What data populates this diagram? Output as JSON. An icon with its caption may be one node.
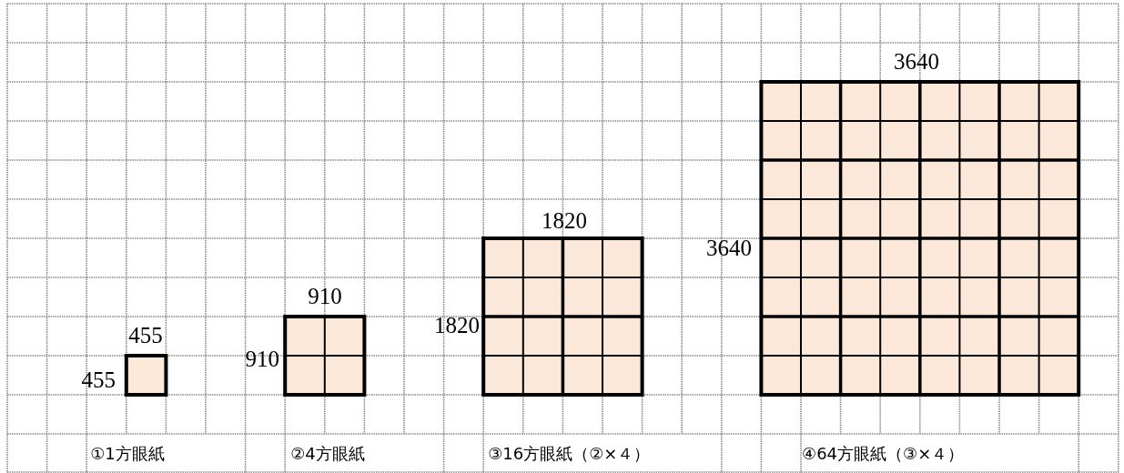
{
  "diagram": {
    "labels": [
      "3640",
      "1820",
      "3640",
      "910",
      "1820",
      "455",
      "910",
      "455",
      "①1方眼紙",
      "②4方眼紙",
      "③16方眼紙（②×４）",
      "④64方眼紙（③×４）"
    ]
  }
}
